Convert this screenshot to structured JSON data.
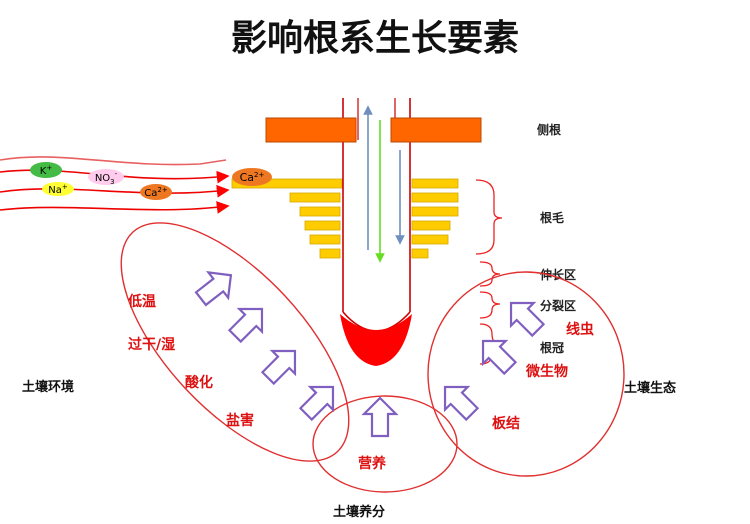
{
  "title": "影响根系生长要素",
  "root_labels": {
    "lateral_root": "侧根",
    "root_hair": "根毛",
    "elongation_zone": "伸长区",
    "division_zone": "分裂区",
    "root_cap": "根冠"
  },
  "ions": {
    "k": "K",
    "k_sup": "+",
    "na": "Na",
    "na_sup": "+",
    "no3": "NO",
    "no3_sub": "3",
    "no3_sup": "-",
    "ca_small": "Ca",
    "ca_small_sup": "2+",
    "ca_big": "Ca",
    "ca_big_sup": "2+"
  },
  "environment": {
    "label": "土壤环境",
    "items": [
      "低温",
      "过干/湿",
      "酸化",
      "盐害"
    ]
  },
  "nutrient": {
    "label": "土壤养分",
    "item": "营养"
  },
  "ecology": {
    "label": "土壤生态",
    "items": [
      "线虫",
      "微生物",
      "板结"
    ]
  },
  "colors": {
    "orange": "#ff6600",
    "yellow": "#ffcc00",
    "red": "#ff0000",
    "label_red": "#dd1111",
    "arrow_purple": "#7f5fbf",
    "ellipse": "#e03030"
  }
}
